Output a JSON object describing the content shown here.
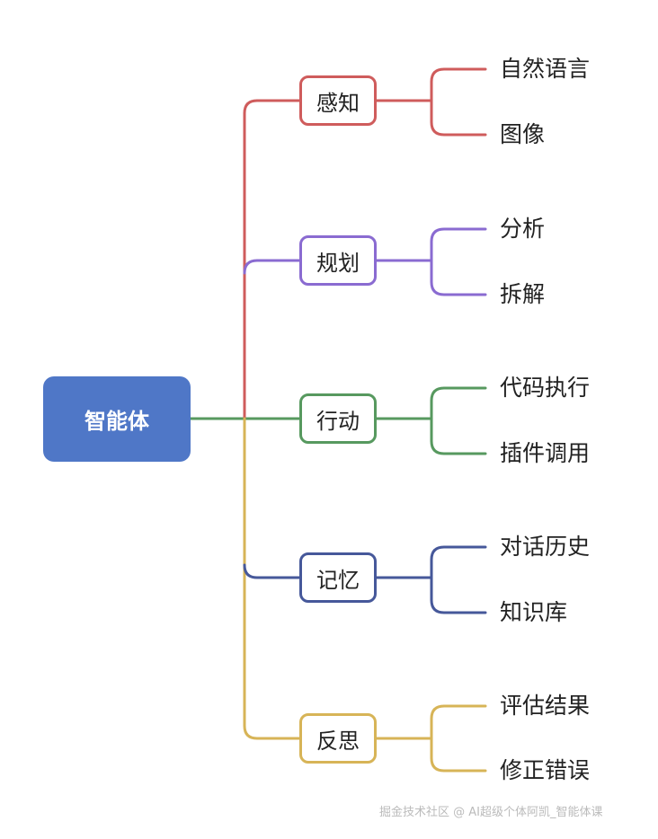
{
  "root": {
    "label": "智能体",
    "color": "#4f77c7"
  },
  "branches": [
    {
      "label": "感知",
      "color": "#cf5c5c",
      "children": [
        "自然语言",
        "图像"
      ]
    },
    {
      "label": "规划",
      "color": "#8a6bd1",
      "children": [
        "分析",
        "拆解"
      ]
    },
    {
      "label": "行动",
      "color": "#57995f",
      "children": [
        "代码执行",
        "插件调用"
      ]
    },
    {
      "label": "记忆",
      "color": "#46589a",
      "children": [
        "对话历史",
        "知识库"
      ]
    },
    {
      "label": "反思",
      "color": "#d7b457",
      "children": [
        "评估结果",
        "修正错误"
      ]
    }
  ],
  "watermark": "掘金技术社区 @ AI超级个体阿凯_智能体课"
}
